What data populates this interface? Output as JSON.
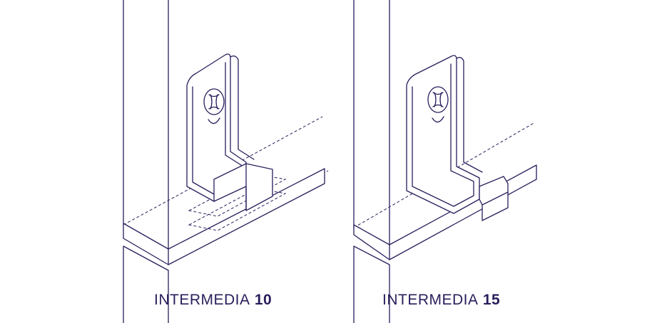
{
  "panels": [
    {
      "name": "INTERMEDIA",
      "number": "10"
    },
    {
      "name": "INTERMEDIA",
      "number": "15"
    }
  ],
  "colors": {
    "line": "#2a1e5c",
    "background": "#ffffff"
  }
}
